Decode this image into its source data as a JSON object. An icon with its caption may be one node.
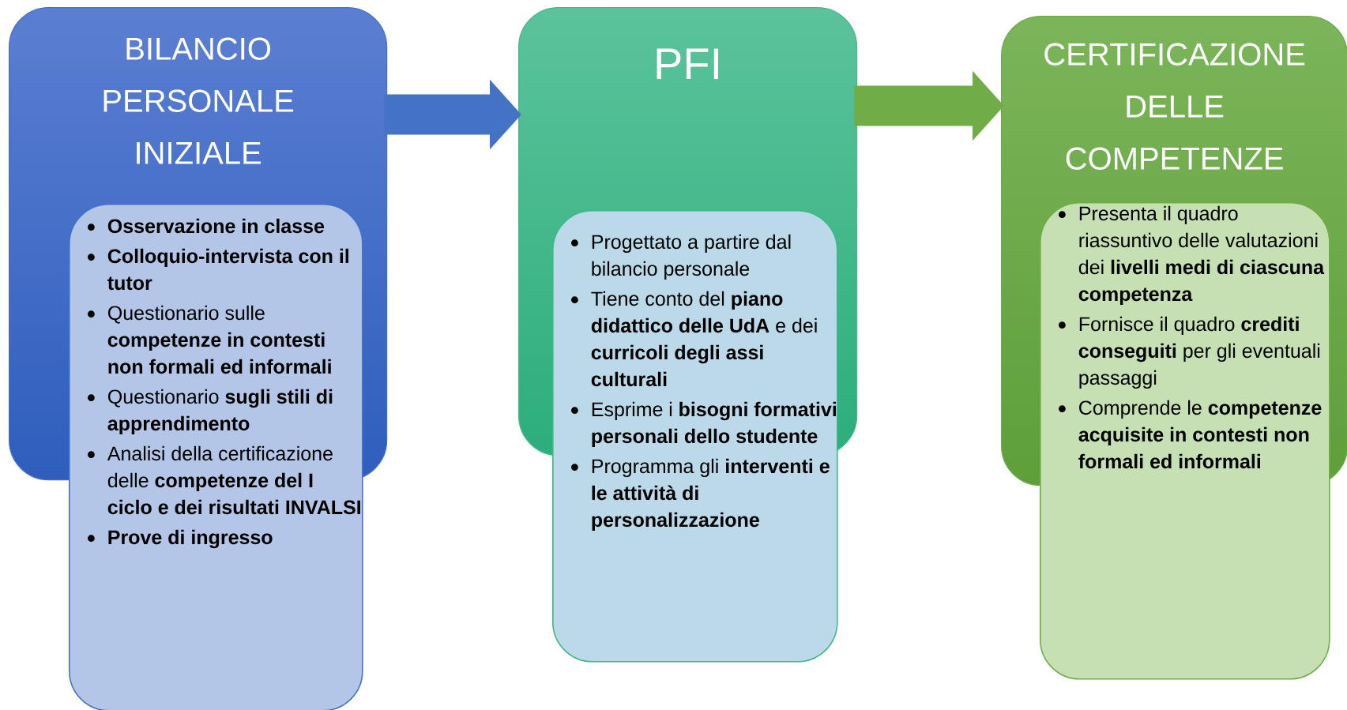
{
  "diagram": {
    "nodes": [
      {
        "text": [
          "BILANCIO PERSONALE INIZIALE"
        ]
      },
      {
        "text": [
          "**Osservazione in classe**",
          "**Colloquio-intervista con il tutor**",
          "Questionario sulle **competenze in contesti non formali ed informali**",
          "Questionario **sugli stili di apprendimento**",
          "Analisi della certificazione delle **competenze del I ciclo e dei risultati INVALSI**",
          "**Prove di ingresso**"
        ]
      },
      {
        "text": [
          "PFI"
        ]
      },
      {
        "text": [
          "Progettato a partire dal bilancio personale",
          "Tiene conto del **piano didattico delle UdA** e dei **curricoli degli assi culturali**",
          "Esprime i **bisogni formativi personali dello studente**",
          "Programma gli **interventi e le attività di personalizzazione**"
        ]
      },
      {
        "text": [
          "CERTIFICAZIONE DELLE COMPETENZE"
        ]
      },
      {
        "text": [
          "Presenta il quadro riassuntivo delle valutazioni dei **livelli medi di ciascuna competenza**",
          "Fornisce il quadro **crediti conseguiti** per gli eventuali passaggi",
          "Comprende le **competenze acquisite in contesti non formali ed informali**"
        ]
      }
    ],
    "edges": [
      {
        "from": 0,
        "to": 2,
        "arrow": "to",
        "color": "#4472c4"
      },
      {
        "from": 2,
        "to": 4,
        "arrow": "to",
        "color": "#70ad47"
      }
    ]
  }
}
